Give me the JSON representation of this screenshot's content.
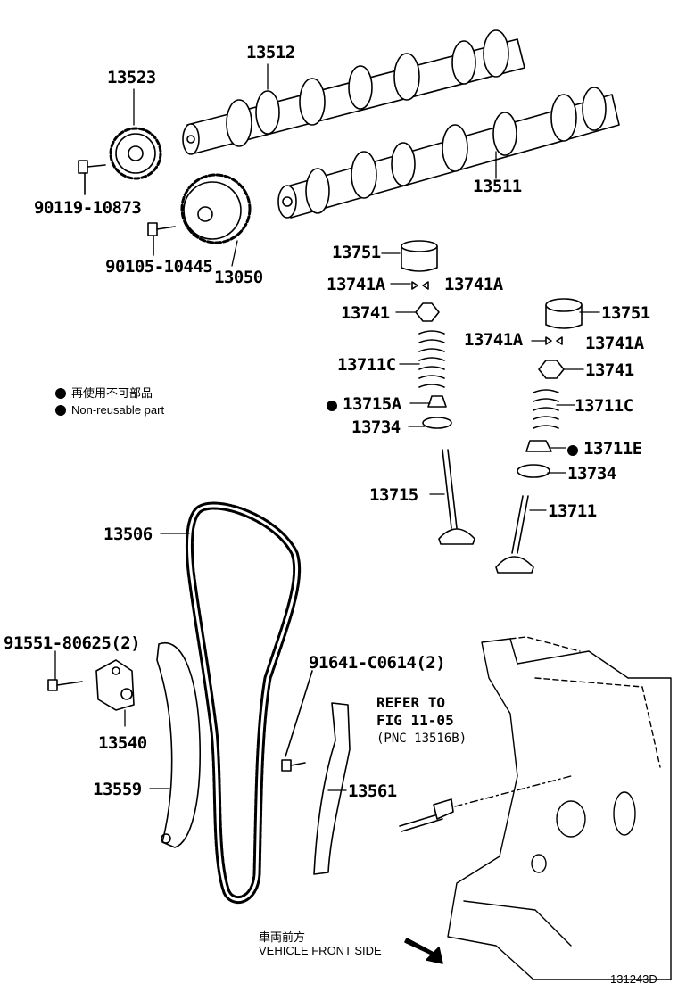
{
  "labels": {
    "p13512": "13512",
    "p13523": "13523",
    "p13511": "13511",
    "p90119": "90119-10873",
    "p90105": "90105-10445",
    "p13050": "13050",
    "p13751a": "13751",
    "p13741A_l1": "13741A",
    "p13741A_r1": "13741A",
    "p13741a": "13741",
    "p13711Ca": "13711C",
    "p13715A": "13715A",
    "p13734a": "13734",
    "p13715": "13715",
    "p13751b": "13751",
    "p13741A_l2": "13741A",
    "p13741A_r2": "13741A",
    "p13741b": "13741",
    "p13711Cb": "13711C",
    "p13711E": "13711E",
    "p13734b": "13734",
    "p13711": "13711",
    "p13506": "13506",
    "p91551": "91551-80625(2)",
    "p13540": "13540",
    "p13559": "13559",
    "p91641": "91641-C0614(2)",
    "p13561": "13561"
  },
  "legend": {
    "jp": "再使用不可部品",
    "en": "Non-reusable part"
  },
  "refer": {
    "line1": "REFER TO",
    "line2": "FIG 11-05",
    "line3": "(PNC 13516B)"
  },
  "front": {
    "jp": "車両前方",
    "en": "VEHICLE FRONT SIDE"
  },
  "figure_code": "131243D"
}
